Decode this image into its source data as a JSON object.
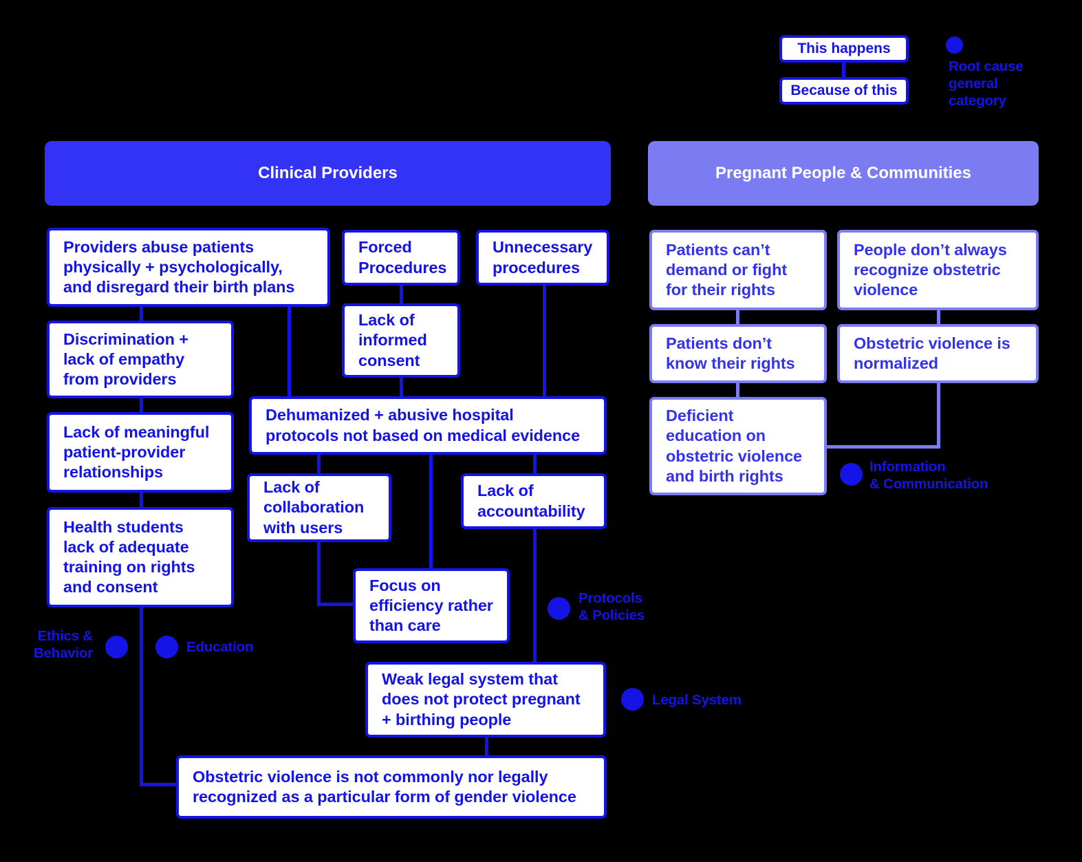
{
  "legend": {
    "effect_label": "This happens",
    "cause_label": "Because of this",
    "root_cause_label": "Root cause\ngeneral\ncategory",
    "root_cause_line1": "Root cause",
    "root_cause_line2": "general",
    "root_cause_line3": "category"
  },
  "colors": {
    "primary_blue": "#1414e6",
    "light_periwinkle": "#7b7bf2",
    "header_blue": "#3333f5",
    "background": "#000000",
    "box_fill": "#ffffff"
  },
  "columns": [
    {
      "id": "clinical-providers",
      "title": "Clinical Providers",
      "fill": "#3333f5"
    },
    {
      "id": "pregnant-people",
      "title": "Pregnant People & Communities",
      "fill": "#7b7bf2"
    }
  ],
  "boxes": {
    "providers_abuse": "Providers abuse patients physically + psychologically, and disregard their birth plans",
    "discrimination": "Discrimination + lack of empathy from providers",
    "lack_relationships": "Lack of meaningful patient-provider relationships",
    "health_students": "Health students lack of adequate training on rights and consent",
    "forced_procedures": "Forced Procedures",
    "lack_consent": "Lack of informed consent",
    "unnecessary_procedures": "Unnecessary procedures",
    "dehumanized_protocols": "Dehumanized + abusive hospital protocols not based on medical evidence",
    "lack_collaboration": "Lack of collaboration with users",
    "lack_accountability": "Lack of accountability",
    "focus_efficiency": "Focus on efficiency rather than care",
    "weak_legal": "Weak legal system that does not protect pregnant + birthing people",
    "not_recognized": "Obstetric violence is not commonly nor legally recognized as a particular form of gender violence",
    "patients_cant_demand": "Patients can’t demand or fight for their rights",
    "patients_dont_know": "Patients don’t know their rights",
    "deficient_education": "Deficient education on obstetric violence and birth rights",
    "people_dont_recognize": "People don’t always recognize obstetric violence",
    "ov_normalized": "Obstetric violence is normalized"
  },
  "categories": [
    {
      "id": "ethics-behavior",
      "line1": "Ethics &",
      "line2": "Behavior"
    },
    {
      "id": "education",
      "line1": "Education",
      "line2": ""
    },
    {
      "id": "protocols-policies",
      "line1": "Protocols",
      "line2": "& Policies"
    },
    {
      "id": "legal-system",
      "line1": "Legal System",
      "line2": ""
    },
    {
      "id": "information-communication",
      "line1": "Information",
      "line2": "& Communication"
    }
  ]
}
